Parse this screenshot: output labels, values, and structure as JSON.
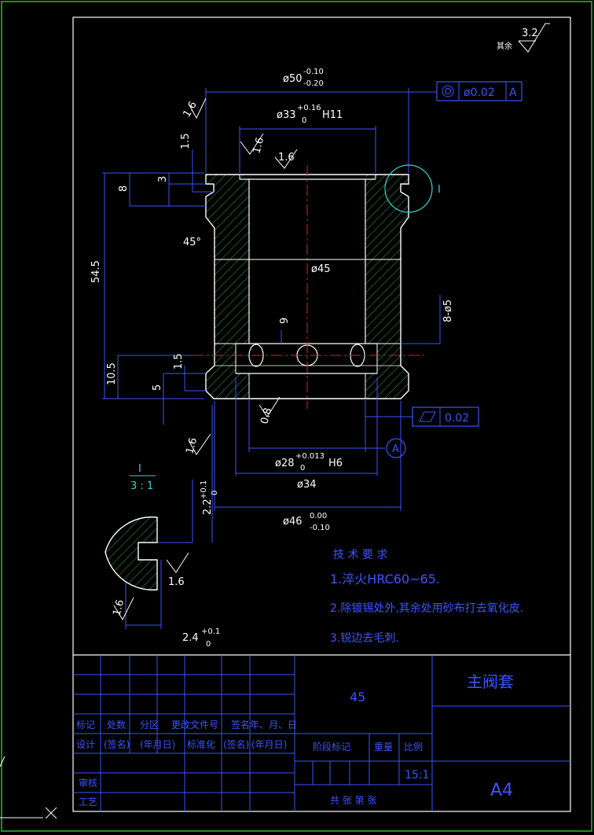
{
  "roughness": {
    "label": "其余",
    "value": "3.2"
  },
  "dimensions": {
    "d50": "ø50",
    "d50_tol_up": "-0.10",
    "d50_tol_lo": "-0.20",
    "d33": "ø33",
    "d33_tol_up": "+0.16",
    "d33_tol_lo": "0",
    "d33_fit": "H11",
    "d45": "ø45",
    "d28": "ø28",
    "d28_tol_up": "+0.013",
    "d28_tol_lo": "0",
    "d28_fit": "H6",
    "d34": "ø34",
    "d46": "ø46",
    "d46_tol_up": "0.00",
    "d46_tol_lo": "-0.10",
    "h545": "54.5",
    "h8": "8",
    "h3": "3",
    "h15": "1.5",
    "h105": "10.5",
    "h5": "5",
    "h15b": "1.5",
    "h9": "9",
    "holes": "8-ø5",
    "chamfer": "45°",
    "r16a": "1.6",
    "r16b": "1.6",
    "r16c": "1.6",
    "r16d": "1.6",
    "r16e": "1.6",
    "r16f": "1.6",
    "r08": "0.8",
    "d22": "2.2",
    "d22_tol_up": "+0.1",
    "d22_tol_lo": "0",
    "d24": "2.4",
    "d24_tol_up": "+0.1",
    "d24_tol_lo": "0"
  },
  "tolerances": {
    "concentricity": "ø0.02",
    "datum": "A",
    "cylindricity": "0.02",
    "datum_circle": "A"
  },
  "detail": {
    "label": "I",
    "label_view": "I",
    "scale": "3 : 1"
  },
  "notes": {
    "heading": "技 术 要 求",
    "items": [
      "1.淬火HRC60~65.",
      "2.除镀锡处外,其余处用砂布打去氧化皮.",
      "3.锐边去毛刺."
    ]
  },
  "title_block": {
    "part_name": "主阀套",
    "material": "45",
    "sheet_size": "A4",
    "scale_value": "15:1",
    "row_labels": [
      "标记",
      "处数",
      "分区",
      "更改文件号",
      "签名",
      "年、月、日"
    ],
    "row2_labels": [
      "设计",
      "(签名)",
      "(年月日)",
      "标准化",
      "(签名)",
      "(年月日)"
    ],
    "stage_label": "阶段标记",
    "weight_label": "重量",
    "ratio_label": "比例",
    "review_label": "审核",
    "process_label": "工艺",
    "sheets_label": "共  张  第  张"
  }
}
